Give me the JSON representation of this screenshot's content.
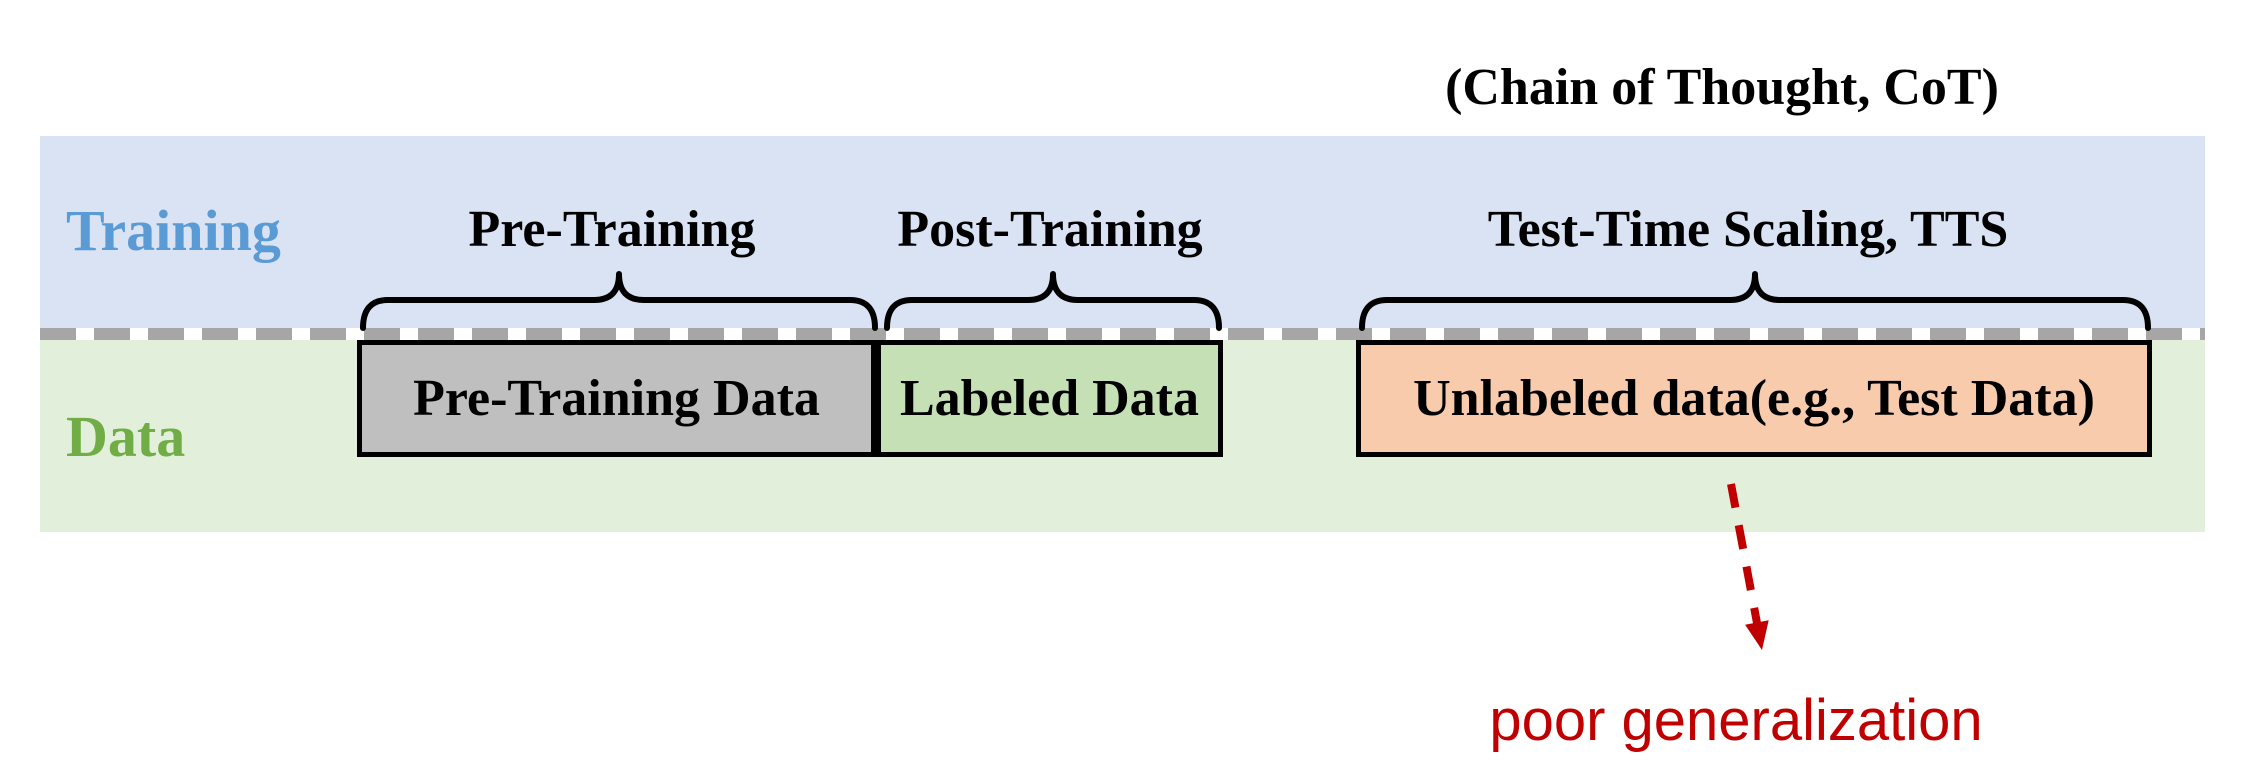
{
  "figure": {
    "cot_annotation": "(Chain of Thought, CoT)",
    "rows": [
      {
        "id": "training",
        "label": "Training",
        "label_color": "#5b9bd5",
        "band_color": "#dae3f3"
      },
      {
        "id": "data",
        "label": "Data",
        "label_color": "#70ad47",
        "band_color": "#e2efda"
      }
    ],
    "stages": [
      {
        "label": "Pre-Training",
        "data_box": "Pre-Training Data",
        "box_color": "#bfbfbf"
      },
      {
        "label": "Post-Training",
        "data_box": "Labeled Data",
        "box_color": "#c5e0b4"
      },
      {
        "label": "Test-Time Scaling, TTS",
        "data_box": "Unlabeled data(e.g., Test Data)",
        "box_color": "#f8cbad"
      }
    ],
    "divider_color": "#a6a6a6",
    "annotation": {
      "text": "poor generalization",
      "color": "#c00000"
    }
  }
}
